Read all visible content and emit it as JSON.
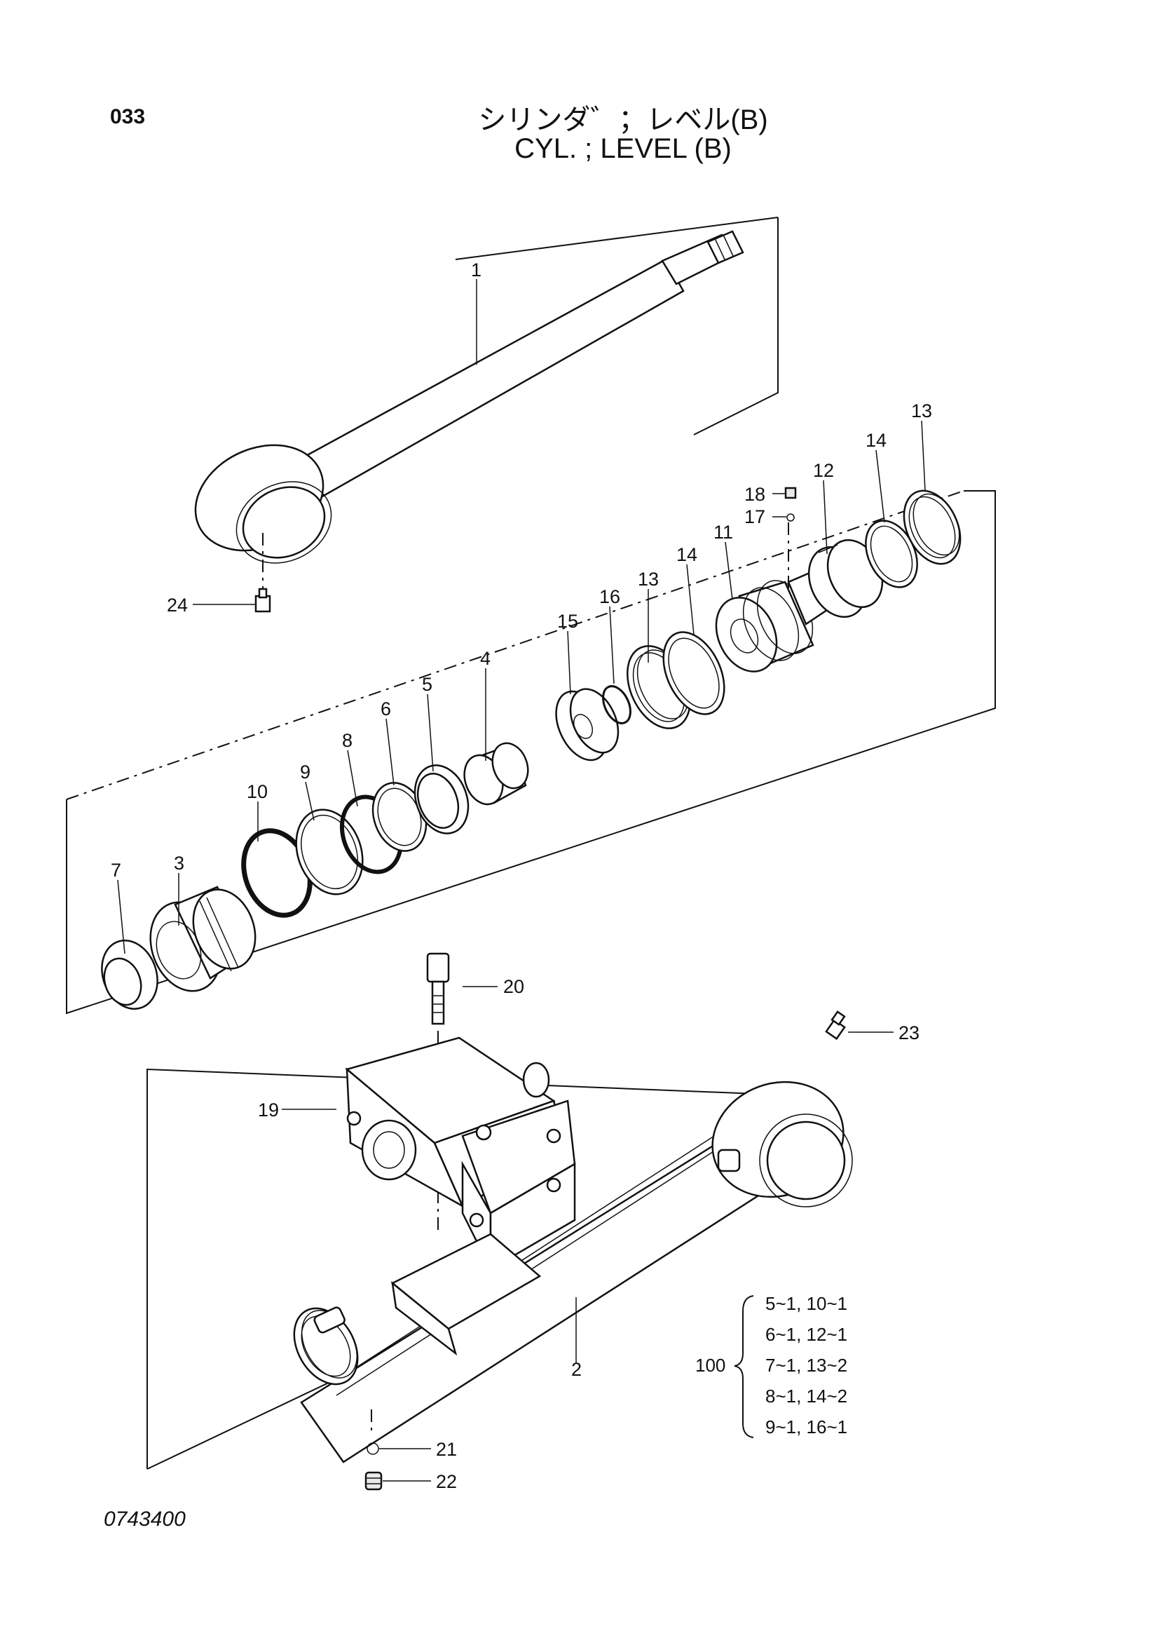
{
  "header": {
    "page_number": "033",
    "title_jp": "シリンダ゛；レベル(B)",
    "title_en": "CYL. ; LEVEL (B)"
  },
  "footer": {
    "drawing_number": "0743400"
  },
  "callouts": [
    "1",
    "2",
    "3",
    "4",
    "5",
    "6",
    "7",
    "8",
    "9",
    "10",
    "11",
    "12",
    "13",
    "14",
    "15",
    "16",
    "13",
    "14",
    "17",
    "18",
    "19",
    "20",
    "21",
    "22",
    "23",
    "24"
  ],
  "kit": {
    "number": "100",
    "lines": [
      "5~1,  10~1",
      "6~1,  12~1",
      "7~1,  13~2",
      "8~1,  14~2",
      "9~1,  16~1"
    ]
  }
}
